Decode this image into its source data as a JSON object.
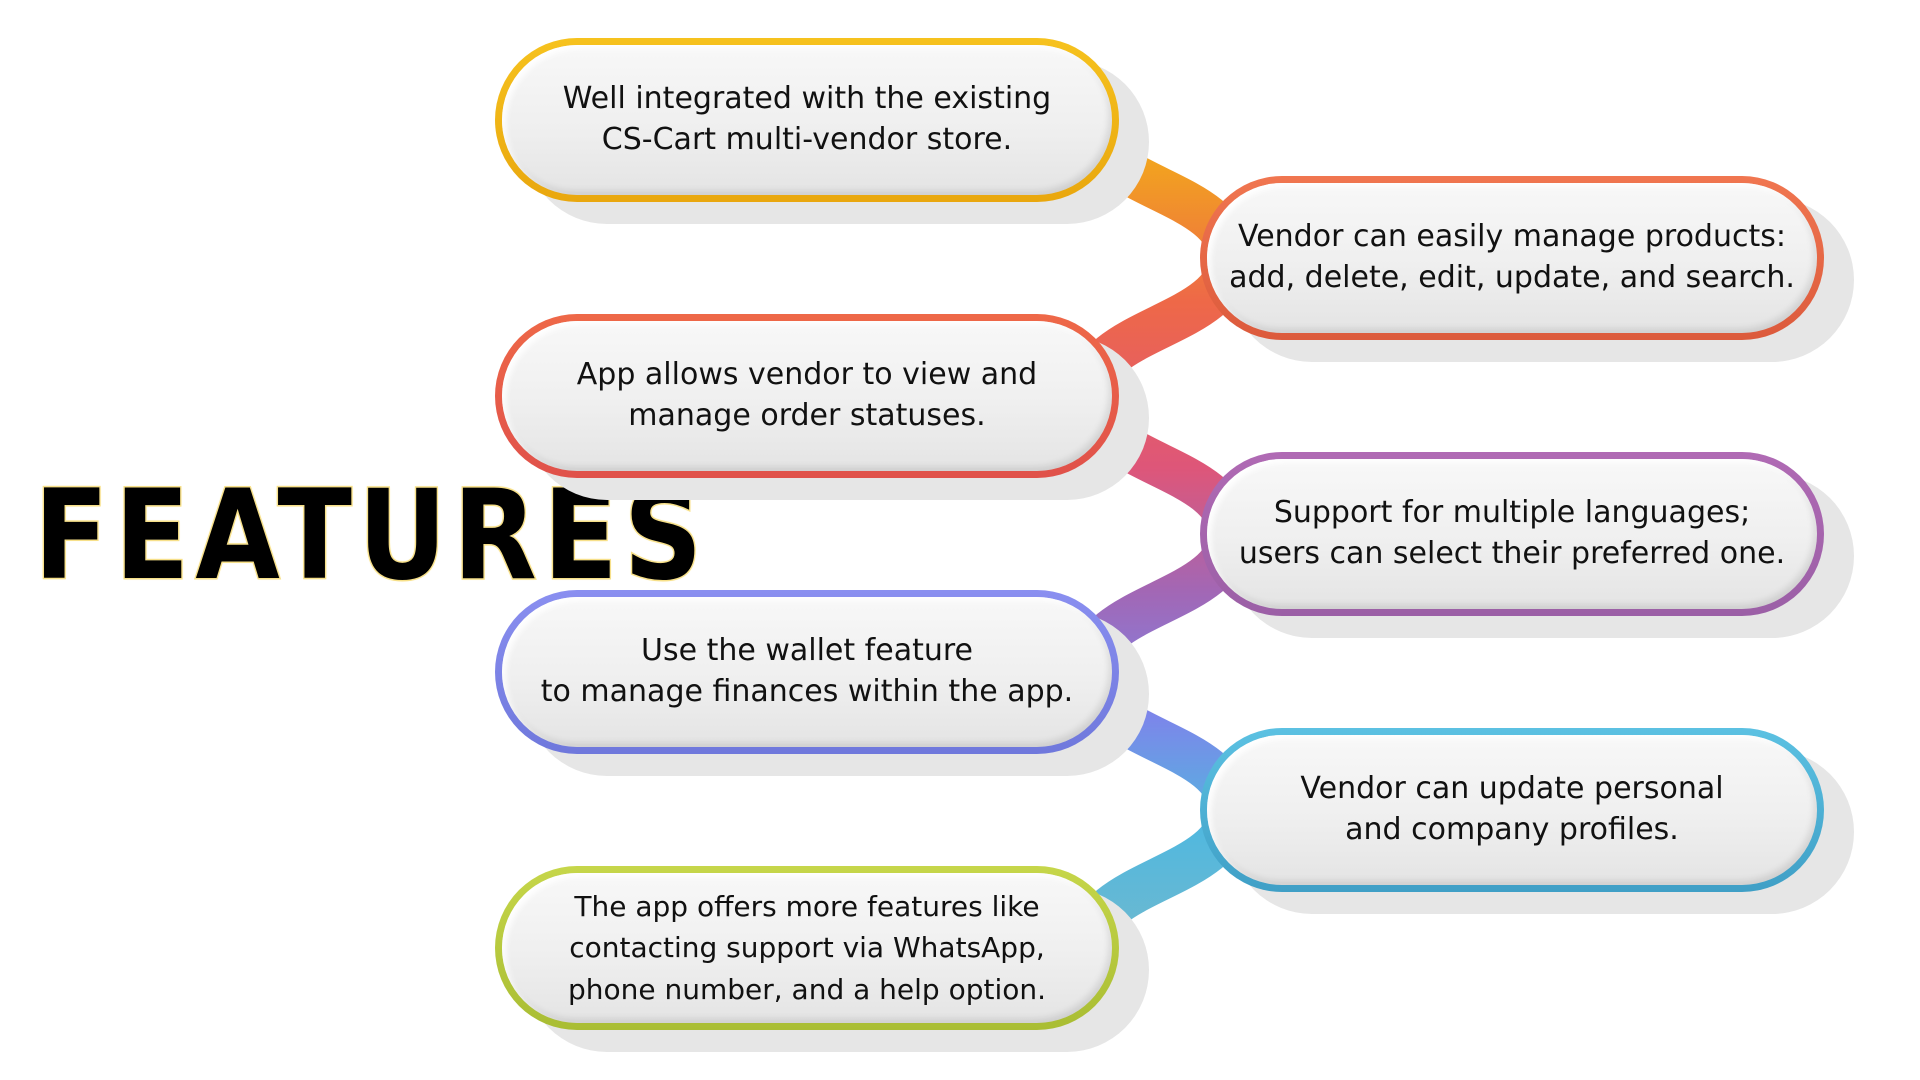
{
  "title": "FEATURES",
  "colors": {
    "yellow": "#f3b413",
    "coral": "#ee6848",
    "pink": "#de5679",
    "purple": "#a267b5",
    "blue": "#7c86ea",
    "cyan": "#52b8de",
    "lime": "#b9cc3d"
  },
  "features": [
    {
      "text": "Well integrated with the existing\nCS-Cart multi-vendor store."
    },
    {
      "text": "Vendor can easily manage products:\nadd, delete, edit, update, and search."
    },
    {
      "text": "App allows vendor to view and\nmanage order statuses."
    },
    {
      "text": "Support for multiple languages;\nusers can select their preferred one."
    },
    {
      "text": "Use the wallet feature\nto manage finances within the app."
    },
    {
      "text": "Vendor can update personal\nand company profiles."
    },
    {
      "text": "The app offers more features like\ncontacting support via WhatsApp,\nphone number, and a help option."
    }
  ]
}
